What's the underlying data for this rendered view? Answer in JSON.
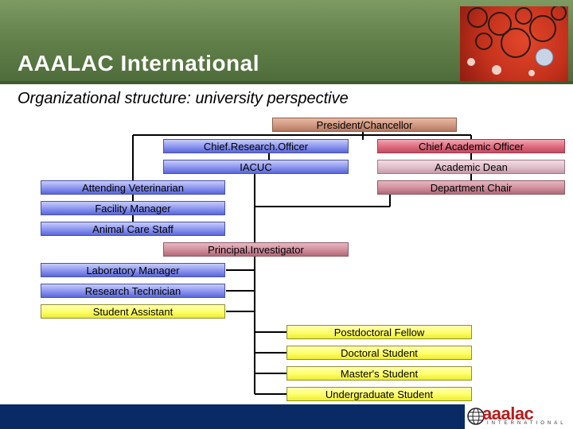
{
  "header": {
    "title": "AAALAC International"
  },
  "slide": {
    "title": "Organizational structure: university perspective"
  },
  "org": {
    "president": "President/Chancellor",
    "chief_research_officer": "Chief.Research.Officer",
    "chief_academic_officer": "Chief Academic Officer",
    "iacuc": "IACUC",
    "academic_dean": "Academic Dean",
    "attending_veterinarian": "Attending Veterinarian",
    "department_chair": "Department Chair",
    "facility_manager": "Facility Manager",
    "animal_care_staff": "Animal Care Staff",
    "principal_investigator": "Principal.Investigator",
    "laboratory_manager": "Laboratory Manager",
    "research_technician": "Research Technician",
    "student_assistant": "Student Assistant",
    "postdoctoral_fellow": "Postdoctoral Fellow",
    "doctoral_student": "Doctoral Student",
    "masters_student": "Master's Student",
    "undergraduate_student": "Undergraduate Student"
  },
  "footer": {
    "logo_text": "aaalac",
    "logo_subtext": "INTERNATIONAL"
  },
  "colors": {
    "header_green": "#5f7e48",
    "footer_navy": "#0a2a66",
    "logo_red": "#b61c1c"
  }
}
